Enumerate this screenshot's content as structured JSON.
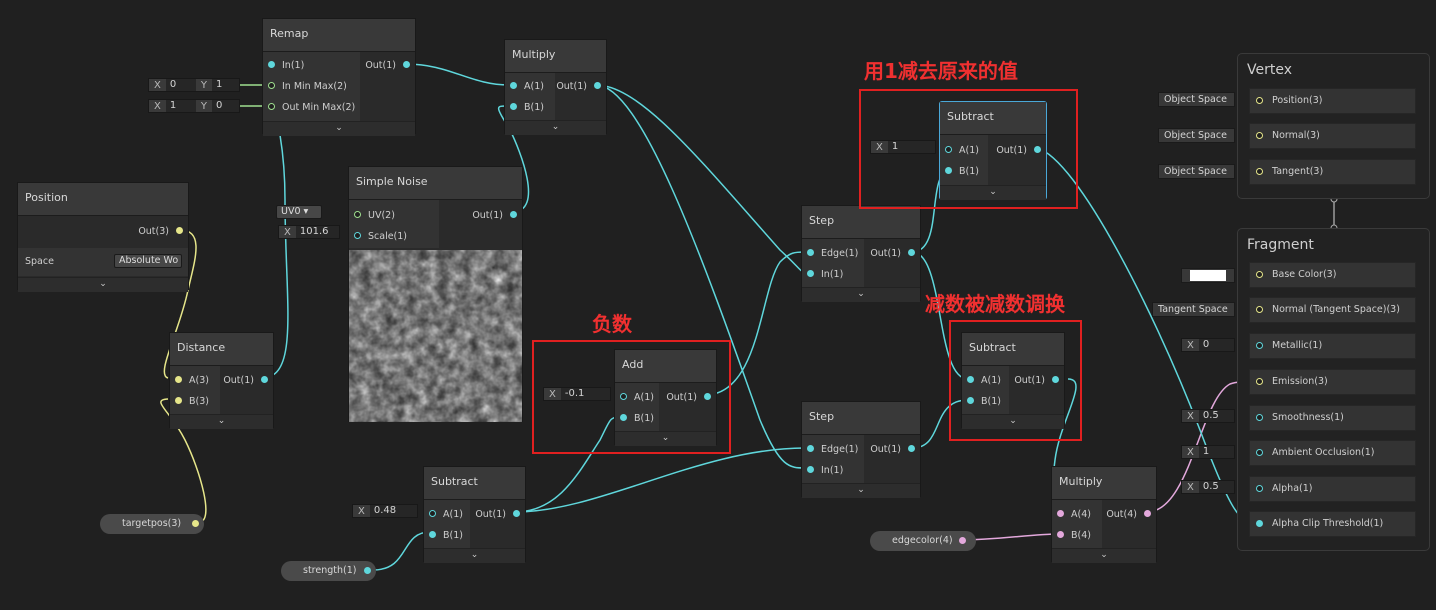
{
  "nodes": {
    "remap": {
      "title": "Remap",
      "in1": "In(1)",
      "in2": "In Min Max(2)",
      "in3": "Out Min Max(2)",
      "out": "Out(1)",
      "f1x": "0",
      "f1y": "1",
      "f2x": "1",
      "f2y": "0"
    },
    "multiply_top": {
      "title": "Multiply",
      "in1": "A(1)",
      "in2": "B(1)",
      "out": "Out(1)"
    },
    "position": {
      "title": "Position",
      "out": "Out(3)",
      "space_label": "Space",
      "space_value": "Absolute Wo"
    },
    "simple_noise": {
      "title": "Simple Noise",
      "in1": "UV(2)",
      "in2": "Scale(1)",
      "out": "Out(1)",
      "uv_value": "UV0",
      "scale_value": "101.6"
    },
    "distance": {
      "title": "Distance",
      "in1": "A(3)",
      "in2": "B(3)",
      "out": "Out(1)"
    },
    "add": {
      "title": "Add",
      "in1": "A(1)",
      "in2": "B(1)",
      "out": "Out(1)",
      "a_value": "-0.1"
    },
    "subtract_bottom": {
      "title": "Subtract",
      "in1": "A(1)",
      "in2": "B(1)",
      "out": "Out(1)",
      "a_value": "0.48"
    },
    "step_top": {
      "title": "Step",
      "in1": "Edge(1)",
      "in2": "In(1)",
      "out": "Out(1)"
    },
    "step_bottom": {
      "title": "Step",
      "in1": "Edge(1)",
      "in2": "In(1)",
      "out": "Out(1)"
    },
    "subtract_top": {
      "title": "Subtract",
      "in1": "A(1)",
      "in2": "B(1)",
      "out": "Out(1)",
      "a_value": "1"
    },
    "subtract_mid": {
      "title": "Subtract",
      "in1": "A(1)",
      "in2": "B(1)",
      "out": "Out(1)"
    },
    "multiply_bottom": {
      "title": "Multiply",
      "in1": "A(4)",
      "in2": "B(4)",
      "out": "Out(4)"
    }
  },
  "properties": {
    "targetpos": "targetpos(3)",
    "strength": "strength(1)",
    "edgecolor": "edgecolor(4)"
  },
  "annotations": {
    "top": "用1减去原来的值",
    "add": "负数",
    "mid": "减数被减数调换"
  },
  "vertex": {
    "title": "Vertex",
    "rows": [
      {
        "label": "Position(3)",
        "field": "Object Space"
      },
      {
        "label": "Normal(3)",
        "field": "Object Space"
      },
      {
        "label": "Tangent(3)",
        "field": "Object Space"
      }
    ]
  },
  "fragment": {
    "title": "Fragment",
    "rows": [
      {
        "label": "Base Color(3)",
        "field": ""
      },
      {
        "label": "Normal (Tangent Space)(3)",
        "field": "Tangent Space"
      },
      {
        "label": "Metallic(1)",
        "field_x": "X",
        "field": "0"
      },
      {
        "label": "Emission(3)",
        "field": ""
      },
      {
        "label": "Smoothness(1)",
        "field_x": "X",
        "field": "0.5"
      },
      {
        "label": "Ambient Occlusion(1)",
        "field_x": "X",
        "field": "1"
      },
      {
        "label": "Alpha(1)",
        "field_x": "X",
        "field": "0.5"
      },
      {
        "label": "Alpha Clip Threshold(1)",
        "field": ""
      }
    ]
  },
  "common": {
    "x": "X",
    "y": "Y",
    "chevron": "⌄"
  },
  "colors": {
    "wire_float": "#5fd7dc",
    "wire_vec3": "#e6e68a",
    "wire_vec4": "#e3a8dc",
    "wire_vec2": "#9fe08f",
    "annotation": "#e02020"
  }
}
